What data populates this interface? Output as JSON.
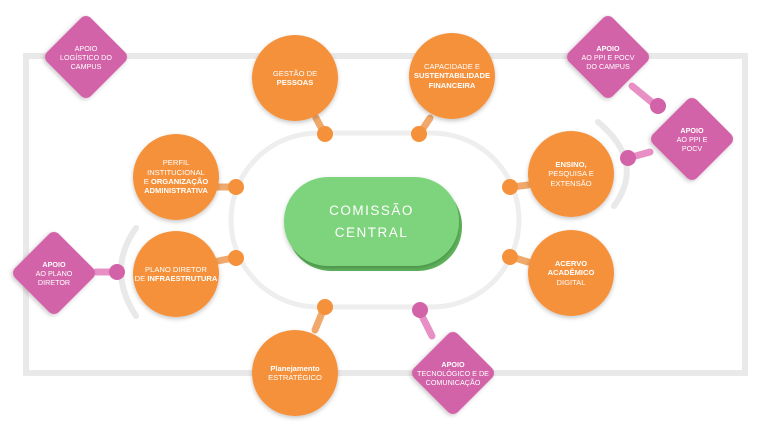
{
  "center": {
    "lines": [
      {
        "text": "COMISSÃO",
        "bold": false
      },
      {
        "text": "CENTRAL",
        "bold": false
      }
    ]
  },
  "nodes": [
    {
      "id": "gestao-pessoas",
      "shape": "circle",
      "lines": [
        {
          "text": "GESTÃO DE",
          "bold": false
        },
        {
          "text": "PESSOAS",
          "bold": true
        }
      ]
    },
    {
      "id": "capacidade",
      "shape": "circle",
      "lines": [
        {
          "text": "CAPACIDADE E",
          "bold": false
        },
        {
          "text": "SUSTENTABILIDADE",
          "bold": true
        },
        {
          "text": "FINANCEIRA",
          "bold": true
        }
      ]
    },
    {
      "id": "perfil",
      "shape": "circle",
      "lines": [
        {
          "text": "PERFIL",
          "bold": false
        },
        {
          "text": "INSTITUCIONAL",
          "bold": false
        },
        {
          "text": "E ORGANIZAÇÃO",
          "bold": "partial",
          "plain": "E ",
          "boldtext": "ORGANIZAÇÃO"
        },
        {
          "text": "ADMINISTRATIVA",
          "bold": true
        }
      ]
    },
    {
      "id": "ensino",
      "shape": "circle",
      "lines": [
        {
          "text": "ENSINO,",
          "bold": true
        },
        {
          "text": "PESQUISA E",
          "bold": false
        },
        {
          "text": "EXTENSÃO",
          "bold": false
        }
      ]
    },
    {
      "id": "plano-diretor",
      "shape": "circle",
      "lines": [
        {
          "text": "PLANO DIRETOR",
          "bold": false
        },
        {
          "text": "DE INFRAESTRUTURA",
          "bold": "partial",
          "plain": "DE ",
          "boldtext": "INFRAESTRUTURA"
        }
      ]
    },
    {
      "id": "acervo",
      "shape": "circle",
      "lines": [
        {
          "text": "ACERVO",
          "bold": true
        },
        {
          "text": "ACADÊMICO",
          "bold": true
        },
        {
          "text": "DIGITAL",
          "bold": false
        }
      ]
    },
    {
      "id": "planejamento",
      "shape": "circle",
      "lines": [
        {
          "text": "Planejamento",
          "bold": true
        },
        {
          "text": "ESTRATÉGICO",
          "bold": false
        }
      ]
    },
    {
      "id": "apoio-logistico",
      "shape": "diamond",
      "lines": [
        {
          "text": "APOIO",
          "bold": false
        },
        {
          "text": "LOGÍSTICO DO",
          "bold": false
        },
        {
          "text": "CAMPUS",
          "bold": false
        }
      ]
    },
    {
      "id": "apoio-ppi-campus",
      "shape": "diamond",
      "lines": [
        {
          "text": "APOIO",
          "bold": true
        },
        {
          "text": "AO PPI E POCV",
          "bold": false
        },
        {
          "text": "DO CAMPUS",
          "bold": false
        }
      ]
    },
    {
      "id": "apoio-ppi",
      "shape": "diamond",
      "lines": [
        {
          "text": "APOIO",
          "bold": true
        },
        {
          "text": "AO PPI E",
          "bold": false
        },
        {
          "text": "POCV",
          "bold": false
        }
      ]
    },
    {
      "id": "apoio-plano",
      "shape": "diamond",
      "lines": [
        {
          "text": "APOIO",
          "bold": true
        },
        {
          "text": "AO PLANO",
          "bold": false
        },
        {
          "text": "DIRETOR",
          "bold": false
        }
      ]
    },
    {
      "id": "apoio-tecnologico",
      "shape": "diamond",
      "lines": [
        {
          "text": "APOIO",
          "bold": true
        },
        {
          "text": "TECNOLÓGICO E DE",
          "bold": false
        },
        {
          "text": "COMUNICAÇÃO",
          "bold": false
        }
      ]
    }
  ],
  "colors": {
    "orange": "#f5913b",
    "orange_dark": "#e07a26",
    "connector": "#f0a96a",
    "pink": "#d363a9",
    "pink_dark": "#b8508f",
    "pink_connector": "#e890c6",
    "green": "#7ed47b",
    "green_shadow": "#5fb45c",
    "track": "#e9e9e9"
  }
}
